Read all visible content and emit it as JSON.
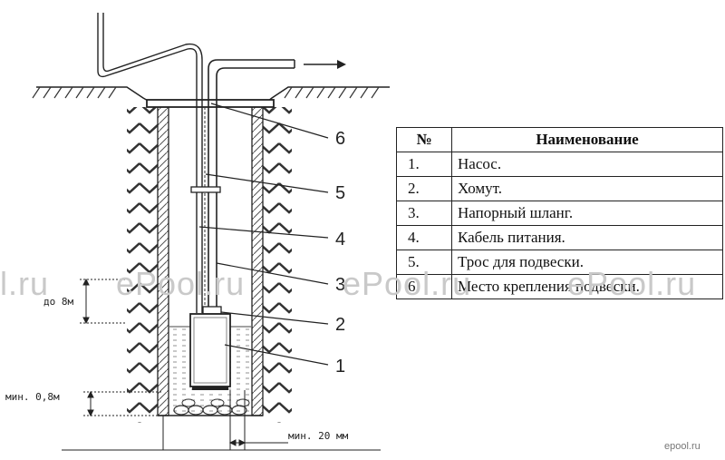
{
  "callouts": [
    "6",
    "5",
    "4",
    "3",
    "2",
    "1"
  ],
  "dimensions": {
    "to_8m": "до 8м",
    "min_08m": "мин. 0,8м",
    "min_20mm": "мин. 20 мм"
  },
  "table": {
    "headers": [
      "№",
      "Наименование"
    ],
    "rows": [
      {
        "num": "1.",
        "name": "Насос."
      },
      {
        "num": "2.",
        "name": "Хомут."
      },
      {
        "num": "3.",
        "name": "Напорный шланг."
      },
      {
        "num": "4.",
        "name": "Кабель питания."
      },
      {
        "num": "5.",
        "name": "Трос для подвески."
      },
      {
        "num": "6.",
        "name": "Место крепления подвески."
      }
    ]
  },
  "watermarks": {
    "left": "l.ru",
    "center1": "ePool.ru",
    "center2": "ePool.ru",
    "right": "ePool.ru",
    "corner": "epool.ru"
  }
}
